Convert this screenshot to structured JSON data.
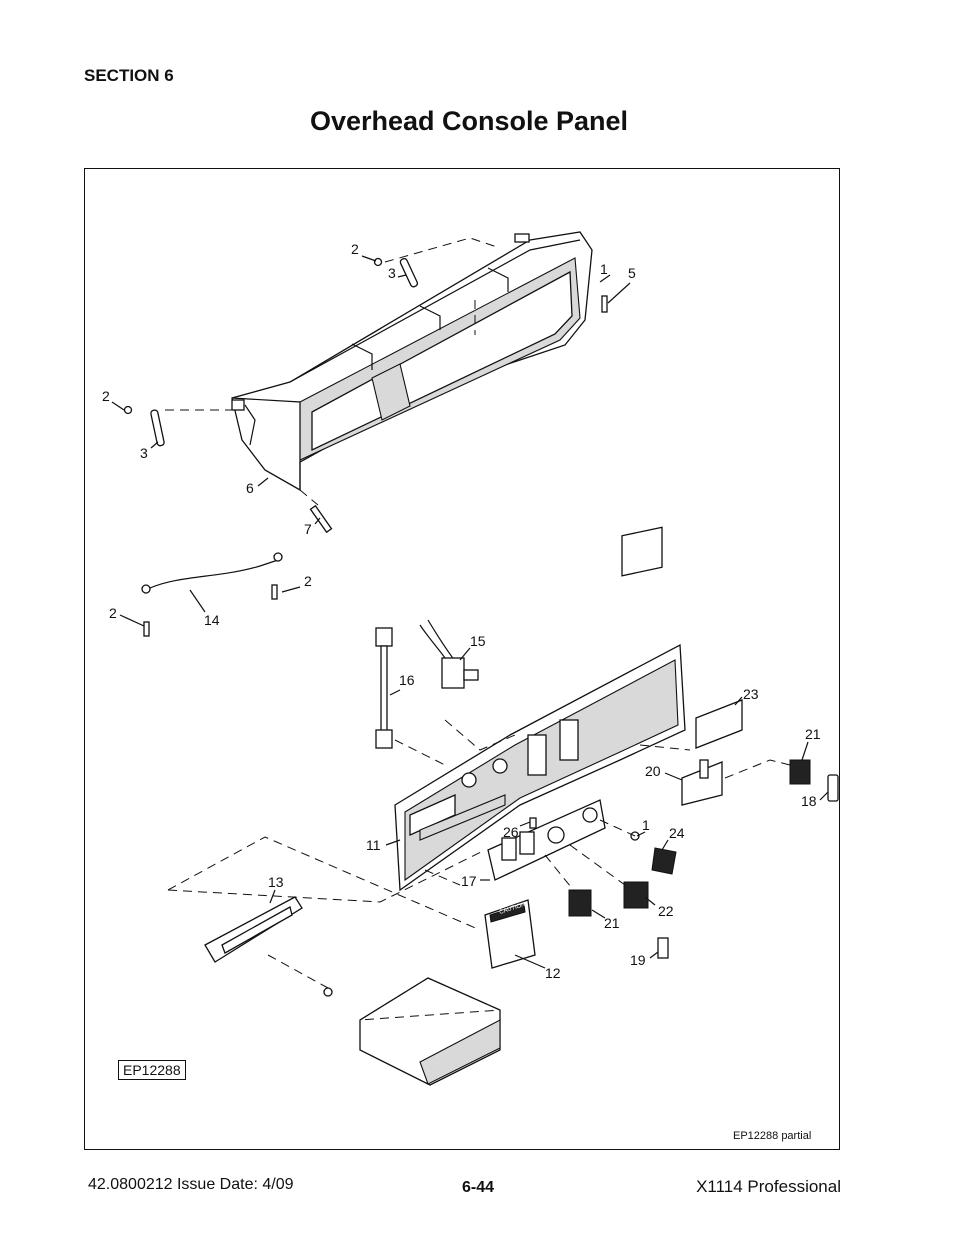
{
  "header": {
    "section": "SECTION 6",
    "title": "Overhead Console Panel"
  },
  "diagram": {
    "reference_box": "EP12288",
    "partial_note": "EP12288 partial",
    "caution_label": "CAUTION",
    "callouts": [
      {
        "id": "c-2a",
        "text": "2"
      },
      {
        "id": "c-3a",
        "text": "3"
      },
      {
        "id": "c-1a",
        "text": "1"
      },
      {
        "id": "c-5",
        "text": "5"
      },
      {
        "id": "c-2b",
        "text": "2"
      },
      {
        "id": "c-3b",
        "text": "3"
      },
      {
        "id": "c-6",
        "text": "6"
      },
      {
        "id": "c-7",
        "text": "7"
      },
      {
        "id": "c-2c",
        "text": "2"
      },
      {
        "id": "c-2d",
        "text": "2"
      },
      {
        "id": "c-14",
        "text": "14"
      },
      {
        "id": "c-15",
        "text": "15"
      },
      {
        "id": "c-16",
        "text": "16"
      },
      {
        "id": "c-23",
        "text": "23"
      },
      {
        "id": "c-21a",
        "text": "21"
      },
      {
        "id": "c-20",
        "text": "20"
      },
      {
        "id": "c-18",
        "text": "18"
      },
      {
        "id": "c-1b",
        "text": "1"
      },
      {
        "id": "c-24",
        "text": "24"
      },
      {
        "id": "c-26",
        "text": "26"
      },
      {
        "id": "c-11",
        "text": "11"
      },
      {
        "id": "c-17",
        "text": "17"
      },
      {
        "id": "c-13",
        "text": "13"
      },
      {
        "id": "c-22",
        "text": "22"
      },
      {
        "id": "c-21b",
        "text": "21"
      },
      {
        "id": "c-12",
        "text": "12"
      },
      {
        "id": "c-19",
        "text": "19"
      }
    ]
  },
  "footer": {
    "doc_number": "42.0800212  Issue Date: 4/09",
    "page": "6-44",
    "model": "X1114 Professional"
  }
}
